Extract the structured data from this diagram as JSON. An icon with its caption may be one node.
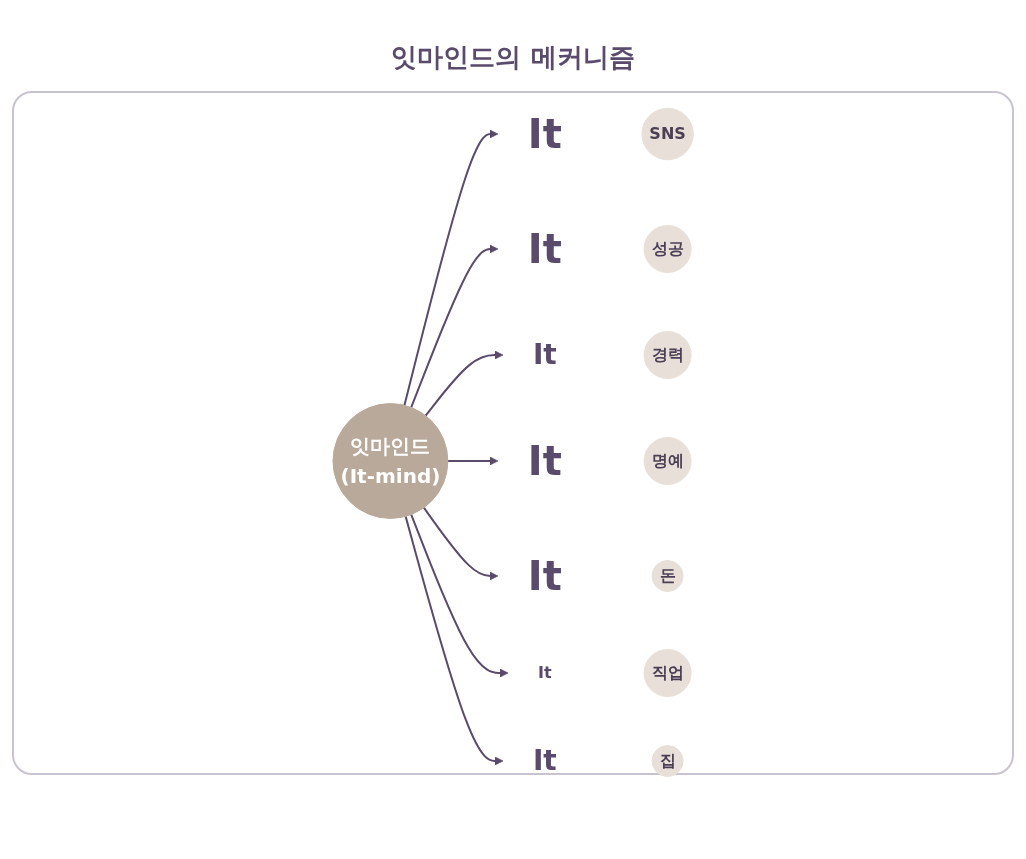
{
  "diagram": {
    "title": "잇마인드의 메커니즘",
    "nodes": [
      {
        "text": [
          "SNS"
        ]
      },
      {
        "text": [
          "It"
        ]
      },
      {
        "text": [
          "It"
        ]
      },
      {
        "text": [
          "성공"
        ]
      },
      {
        "text": [
          "잇마인드",
          "(It-mind)"
        ]
      },
      {
        "text": [
          "경력"
        ]
      },
      {
        "text": [
          "It"
        ]
      },
      {
        "text": [
          "It"
        ]
      },
      {
        "text": [
          "명예"
        ]
      },
      {
        "text": [
          "돈"
        ]
      },
      {
        "text": [
          "It"
        ]
      },
      {
        "text": [
          "It"
        ]
      },
      {
        "text": [
          "직업"
        ]
      },
      {
        "text": [
          "It"
        ]
      },
      {
        "text": [
          "집"
        ]
      }
    ],
    "edges": [
      {
        "from": 4,
        "to": 1,
        "arrow": "to"
      },
      {
        "from": 4,
        "to": 2,
        "arrow": "to"
      },
      {
        "from": 4,
        "to": 6,
        "arrow": "to"
      },
      {
        "from": 4,
        "to": 7,
        "arrow": "to"
      },
      {
        "from": 4,
        "to": 10,
        "arrow": "to"
      },
      {
        "from": 4,
        "to": 11,
        "arrow": "to"
      },
      {
        "from": 4,
        "to": 13,
        "arrow": "to"
      }
    ]
  }
}
